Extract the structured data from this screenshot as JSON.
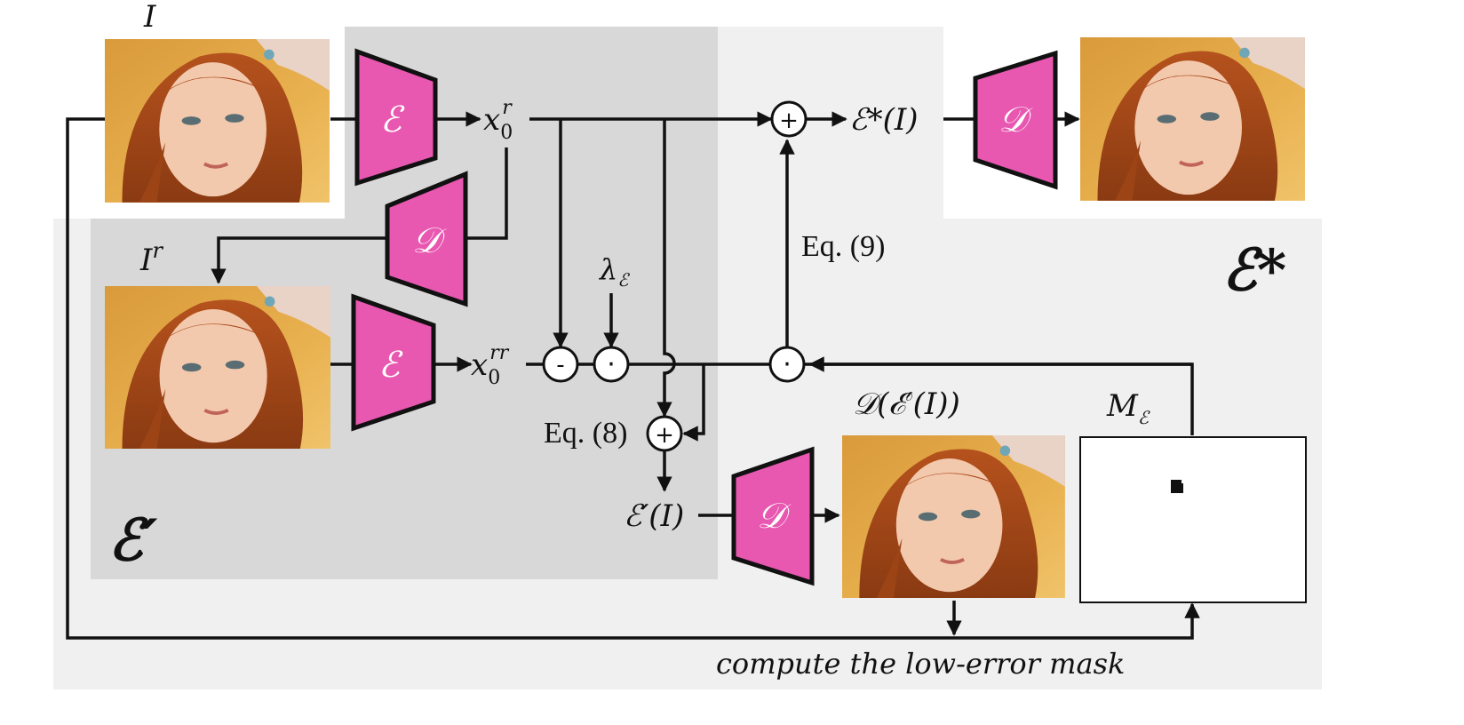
{
  "labels": {
    "input_image": "I",
    "recon_image": "I",
    "recon_image_sup": "r",
    "x0r_base": "x",
    "x0r_sub": "0",
    "x0r_sup": "r",
    "x0rr_base": "x",
    "x0rr_sub": "0",
    "x0rr_sup": "rr",
    "lambda_base": "λ",
    "lambda_sub": "ℰ",
    "estar_I": "ℰ*(I)",
    "eprime_I": "ℰ′(I)",
    "d_eprime_I": "𝒟(ℰ′(I))",
    "mask_base": "M",
    "mask_sub": "ℰ",
    "eq8": "Eq. (8)",
    "eq9": "Eq. (9)",
    "compute_mask": "compute the low-error mask",
    "region_estar": "ℰ*",
    "region_eprime": "ℰ′"
  },
  "blocks": {
    "encoder_symbol": "ℰ",
    "decoder_symbol": "𝒟"
  },
  "operators": {
    "plus": "+",
    "minus": "-",
    "dot": "·"
  },
  "colors": {
    "block_fill": "#e857b0",
    "region_outer": "#f0f0f0",
    "region_inner": "#d8d8d8"
  }
}
